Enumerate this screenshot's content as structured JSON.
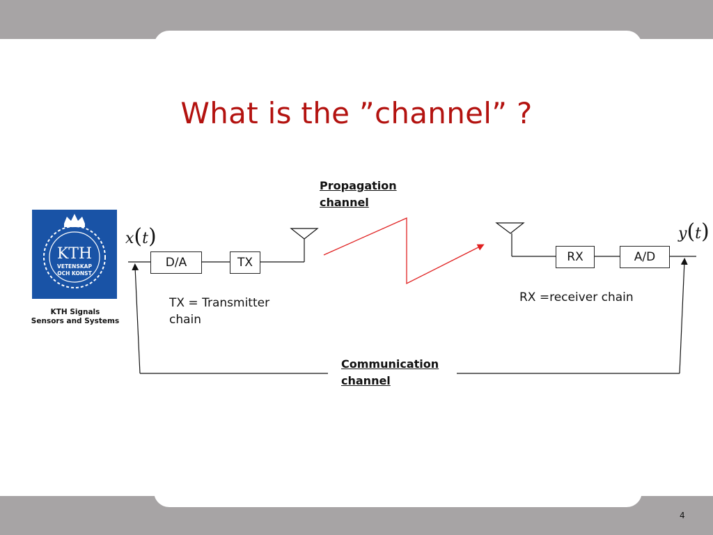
{
  "slide": {
    "title": "What is the ”channel” ?",
    "page_number": "4"
  },
  "logo": {
    "text": "KTH",
    "sub1": "VETENSKAP",
    "sub2": "OCH KONST",
    "caption_line1": "KTH Signals",
    "caption_line2": "Sensors and Systems"
  },
  "diagram": {
    "input_signal": {
      "var": "x",
      "arg": "t"
    },
    "output_signal": {
      "var": "y",
      "arg": "t"
    },
    "da_label": "D/A",
    "tx_label": "TX",
    "rx_label": "RX",
    "ad_label": "A/D",
    "propagation_line1": "Propagation",
    "propagation_line2": "channel",
    "tx_note_line1": "TX = Transmitter",
    "tx_note_line2": "chain",
    "rx_note": "RX =receiver chain",
    "communication_line1": "Communication",
    "communication_line2": "channel",
    "colors": {
      "title": "#b3120f",
      "propagation_arrow": "#e02020",
      "logo_bg": "#1953a6"
    }
  }
}
